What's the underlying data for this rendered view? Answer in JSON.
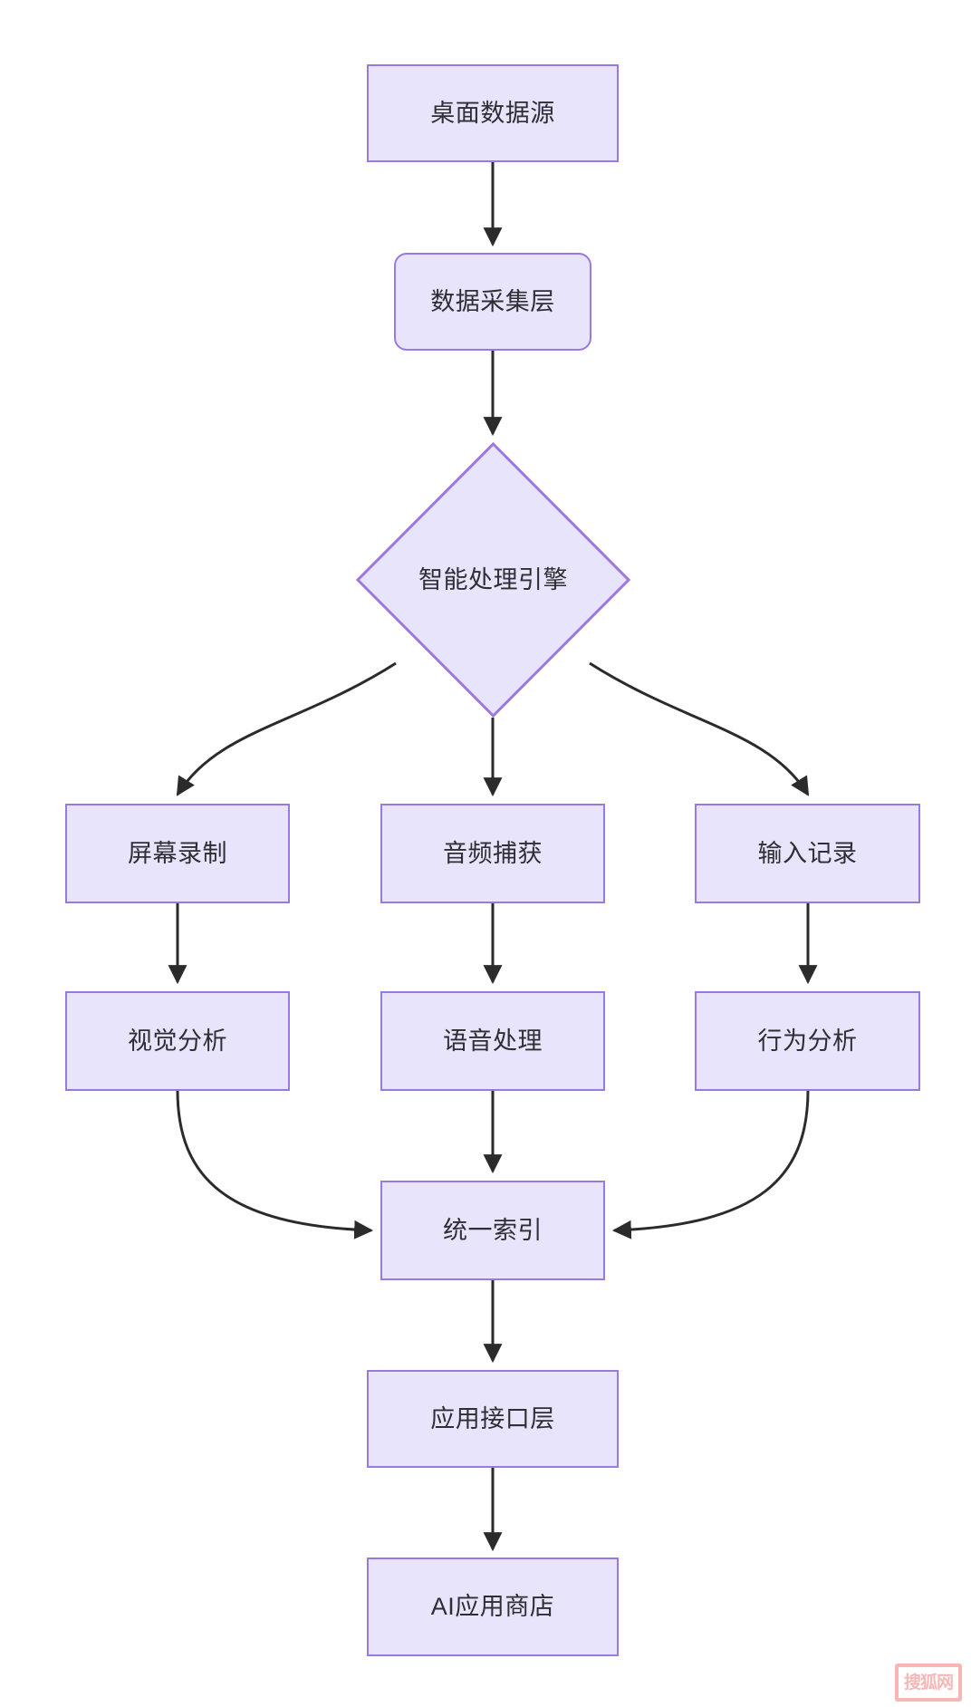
{
  "diagram": {
    "type": "flowchart",
    "direction": "top-to-bottom",
    "title": "",
    "theme": {
      "node_fill": "#e8e4fb",
      "node_stroke": "#9a79e0",
      "text_color": "#2e2e34",
      "edge_color": "#2b2b2b",
      "background": "#ffffff",
      "watermark_color": "#f7b7b7"
    },
    "nodes": [
      {
        "id": "n1",
        "label": "桌面数据源",
        "shape": "rectangle"
      },
      {
        "id": "n2",
        "label": "数据采集层",
        "shape": "rounded-rectangle"
      },
      {
        "id": "n3",
        "label": "智能处理引擎",
        "shape": "diamond"
      },
      {
        "id": "n4",
        "label": "屏幕录制",
        "shape": "rectangle"
      },
      {
        "id": "n5",
        "label": "音频捕获",
        "shape": "rectangle"
      },
      {
        "id": "n6",
        "label": "输入记录",
        "shape": "rectangle"
      },
      {
        "id": "n7",
        "label": "视觉分析",
        "shape": "rectangle"
      },
      {
        "id": "n8",
        "label": "语音处理",
        "shape": "rectangle"
      },
      {
        "id": "n9",
        "label": "行为分析",
        "shape": "rectangle"
      },
      {
        "id": "n10",
        "label": "统一索引",
        "shape": "rectangle"
      },
      {
        "id": "n11",
        "label": "应用接口层",
        "shape": "rectangle"
      },
      {
        "id": "n12",
        "label": "AI应用商店",
        "shape": "rectangle"
      }
    ],
    "edges": [
      {
        "from": "n1",
        "to": "n2",
        "label": ""
      },
      {
        "from": "n2",
        "to": "n3",
        "label": ""
      },
      {
        "from": "n3",
        "to": "n4",
        "label": ""
      },
      {
        "from": "n3",
        "to": "n5",
        "label": ""
      },
      {
        "from": "n3",
        "to": "n6",
        "label": ""
      },
      {
        "from": "n4",
        "to": "n7",
        "label": ""
      },
      {
        "from": "n5",
        "to": "n8",
        "label": ""
      },
      {
        "from": "n6",
        "to": "n9",
        "label": ""
      },
      {
        "from": "n7",
        "to": "n10",
        "label": ""
      },
      {
        "from": "n8",
        "to": "n10",
        "label": ""
      },
      {
        "from": "n9",
        "to": "n10",
        "label": ""
      },
      {
        "from": "n10",
        "to": "n11",
        "label": ""
      },
      {
        "from": "n11",
        "to": "n12",
        "label": ""
      }
    ]
  },
  "watermark": {
    "text": "搜狐网"
  }
}
